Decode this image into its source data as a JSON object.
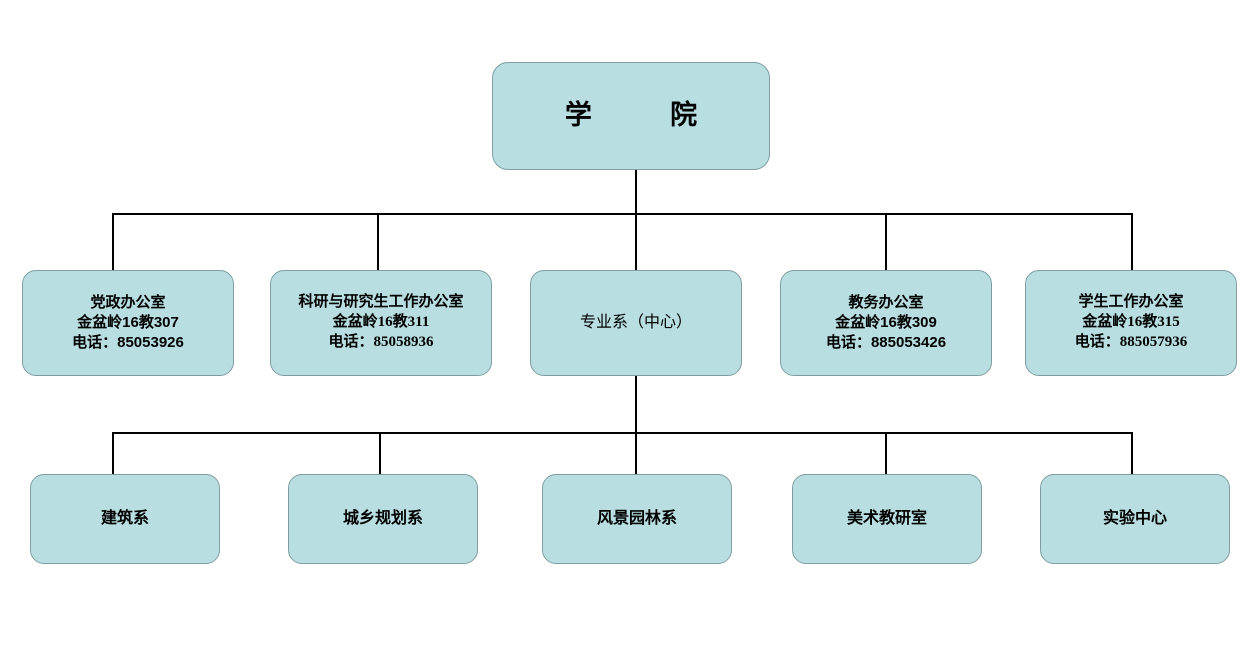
{
  "diagram": {
    "title": "学院组织结构图",
    "type": "org-chart",
    "background_color": "#ffffff",
    "node_fill_color": "#b8dee1",
    "node_border_color": "#7f9ea3",
    "connector_color": "#000000"
  },
  "root": {
    "label": "学 院",
    "lines": [
      "学　　院"
    ]
  },
  "level2": [
    {
      "name": "party-government-office",
      "lines": [
        "党政办公室",
        "金盆岭16教307",
        "电话：85053926"
      ],
      "title": "党政办公室",
      "address": "金盆岭16教307",
      "phone": "电话：85053926"
    },
    {
      "name": "research-graduate-office",
      "lines": [
        "科研与研究生工作办公室",
        "金盆岭16教311",
        "电话：85058936"
      ],
      "title": "科研与研究生工作办公室",
      "address": "金盆岭16教311",
      "phone": "电话：85058936"
    },
    {
      "name": "professional-department",
      "lines": [
        "专业系（中心）"
      ],
      "title": "专业系（中心）",
      "address": "",
      "phone": ""
    },
    {
      "name": "academic-affairs-office",
      "lines": [
        "教务办公室",
        "金盆岭16教309",
        "电话：885053426"
      ],
      "title": "教务办公室",
      "address": "金盆岭16教309",
      "phone": "电话：885053426"
    },
    {
      "name": "student-affairs-office",
      "lines": [
        "学生工作办公室",
        "金盆岭16教315",
        "电话：885057936"
      ],
      "title": "学生工作办公室",
      "address": "金盆岭16教315",
      "phone": "电话：885057936"
    }
  ],
  "level3": [
    {
      "name": "architecture-department",
      "label": "建筑系"
    },
    {
      "name": "urban-rural-planning-department",
      "label": "城乡规划系"
    },
    {
      "name": "landscape-architecture-department",
      "label": "风景园林系"
    },
    {
      "name": "fine-arts-teaching-office",
      "label": "美术教研室"
    },
    {
      "name": "experiment-center",
      "label": "实验中心"
    }
  ]
}
